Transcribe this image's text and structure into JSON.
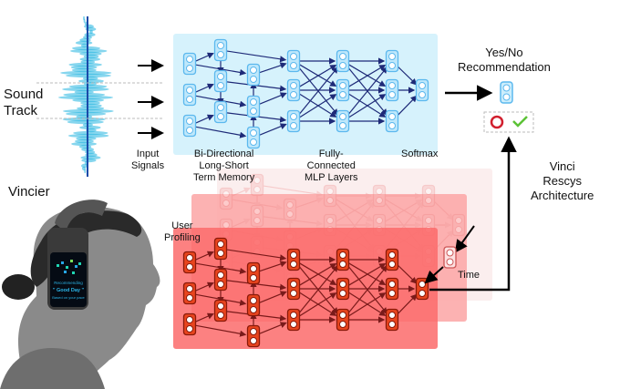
{
  "diagram": {
    "sound_track_label": [
      "Sound",
      "Track"
    ],
    "input_signals_label": [
      "Input",
      "Signals"
    ],
    "lstm_label": [
      "Bi-Directional",
      "Long-Short",
      "Term Memory"
    ],
    "mlp_label": [
      "Fully-",
      "Connected",
      "MLP Layers"
    ],
    "softmax_label": "Softmax",
    "output_label": [
      "Yes/No",
      "Recommendation"
    ],
    "architecture_label": [
      "Vinci",
      "Rescys",
      "Architecture"
    ],
    "user_label": "Vincier",
    "user_profiling_label": [
      "User",
      "Profiling"
    ],
    "time_label": "Time",
    "device_screen": {
      "line1": "Recommending",
      "line2": "\" Good Day \"",
      "line3": "Based on your pace"
    },
    "decision_icons": [
      "no-circle-icon",
      "yes-check-icon"
    ],
    "colors": {
      "blue_panel": "#d6f2fc",
      "blue_node": "#5bb8ee",
      "blue_edge": "#1e2a78",
      "red_panel_front": "#fb7a7a",
      "red_node": "#e8451e",
      "red_edge": "#7a1a1a",
      "no_red": "#d11f2e",
      "yes_green": "#5cc236",
      "waveform": "#23b4e0"
    }
  }
}
